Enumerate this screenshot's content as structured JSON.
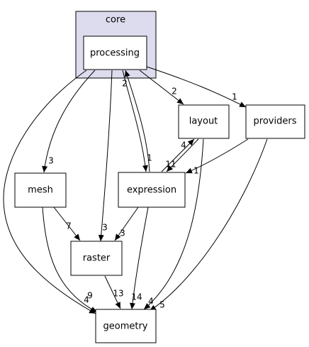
{
  "colors": {
    "cluster_fill": "#dcdcee",
    "cluster_node_fill": "#eeeeff",
    "providers_border": "#cc0000",
    "edge": "#000000"
  },
  "cluster": {
    "label": "core"
  },
  "nodes": {
    "processing": "processing",
    "layout": "layout",
    "providers": "providers",
    "mesh": "mesh",
    "expression": "expression",
    "raster": "raster",
    "geometry": "geometry"
  },
  "edges": [
    {
      "from": "processing",
      "to": "layout",
      "label": "2"
    },
    {
      "from": "processing",
      "to": "providers",
      "label": "1"
    },
    {
      "from": "processing",
      "to": "mesh",
      "label": "3"
    },
    {
      "from": "processing",
      "to": "expression",
      "label": "1"
    },
    {
      "from": "processing",
      "to": "raster",
      "label": "3"
    },
    {
      "from": "processing",
      "to": "geometry",
      "label": "4"
    },
    {
      "from": "expression",
      "to": "processing",
      "label": "2"
    },
    {
      "from": "expression",
      "to": "layout",
      "label": "4"
    },
    {
      "from": "layout",
      "to": "expression",
      "label": "11"
    },
    {
      "from": "providers",
      "to": "expression",
      "label": "1"
    },
    {
      "from": "expression",
      "to": "raster",
      "label": "3"
    },
    {
      "from": "expression",
      "to": "geometry",
      "label": "14"
    },
    {
      "from": "layout",
      "to": "geometry",
      "label": "4"
    },
    {
      "from": "providers",
      "to": "geometry",
      "label": "5"
    },
    {
      "from": "mesh",
      "to": "raster",
      "label": "7"
    },
    {
      "from": "mesh",
      "to": "geometry",
      "label": "9"
    },
    {
      "from": "raster",
      "to": "geometry",
      "label": "13"
    }
  ]
}
